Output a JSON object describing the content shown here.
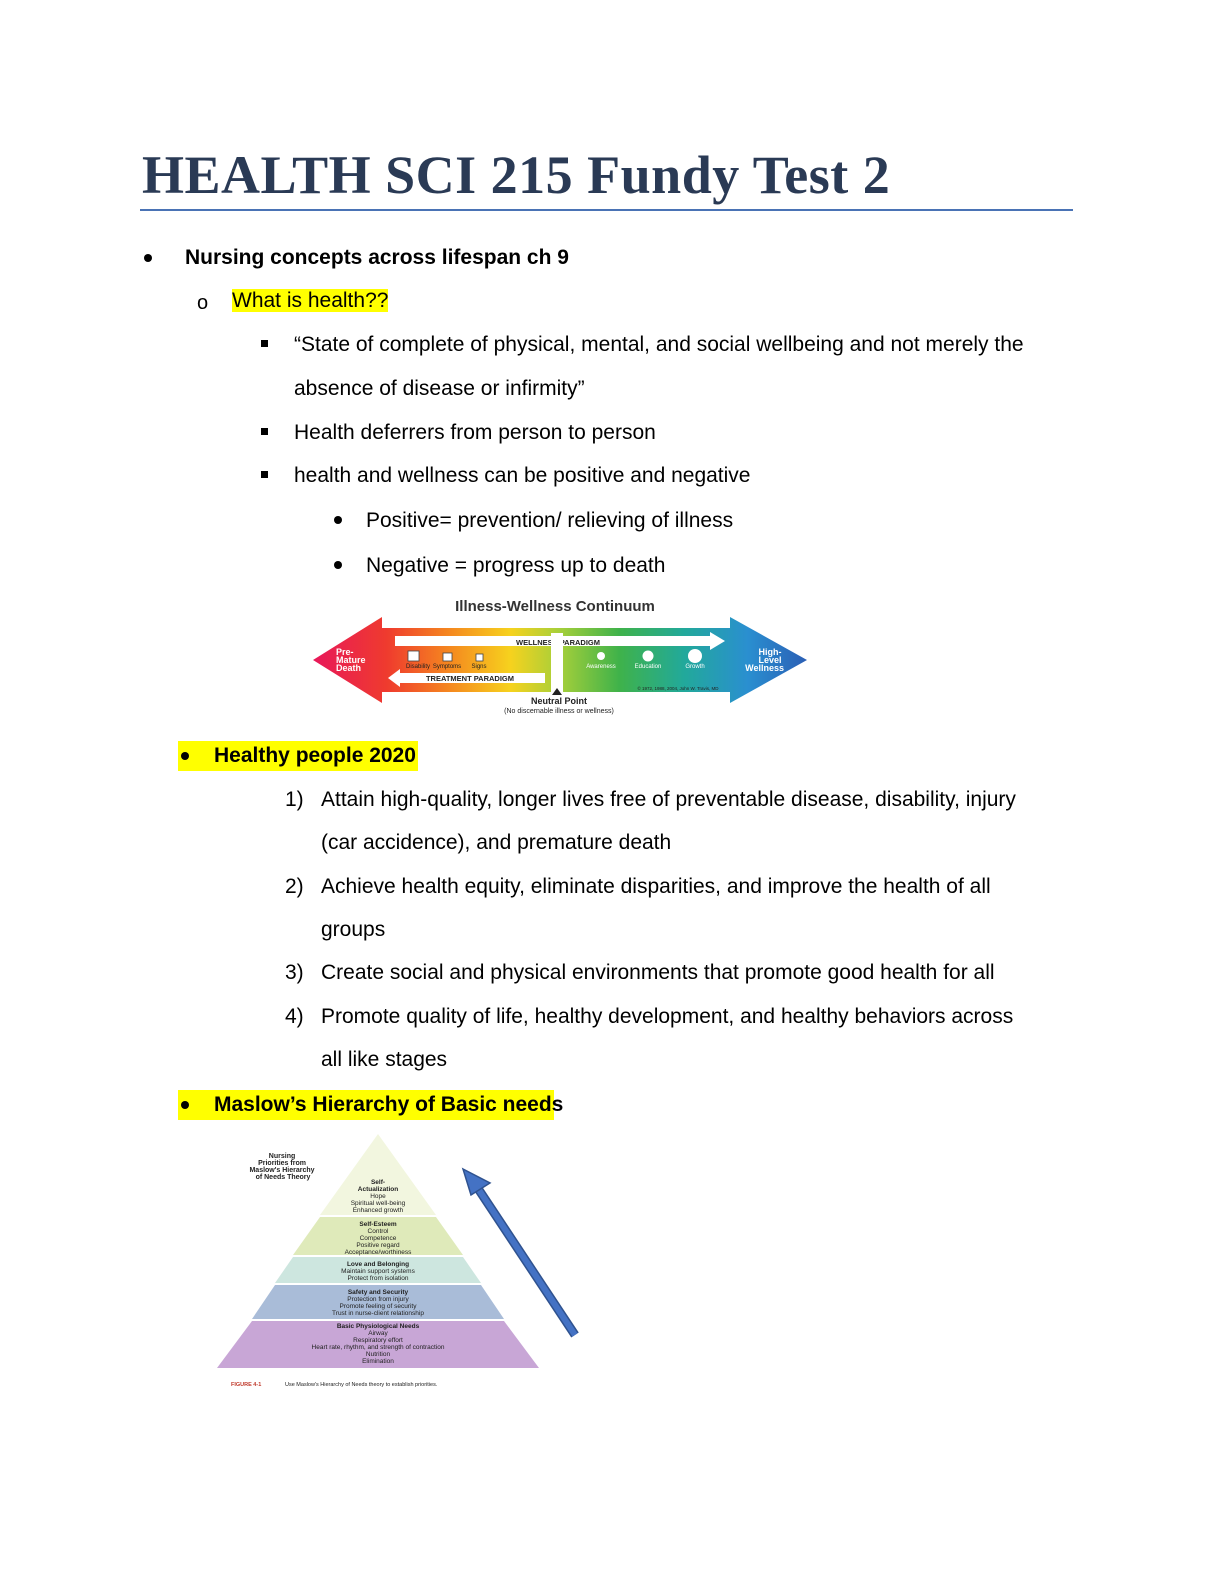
{
  "document": {
    "title": "HEALTH SCI 215 Fundy Test 2"
  },
  "sections": {
    "s1_heading": "Nursing concepts across lifespan ch 9",
    "s1_sub": "What is health??",
    "s1_items": [
      "“State of complete of physical, mental, and social wellbeing and not merely the",
      "absence of disease or infirmity”",
      "Health deferrers from person to person",
      "health and wellness can be positive and negative"
    ],
    "s1_subitems": [
      "Positive= prevention/ relieving of illness",
      "Negative = progress up to death"
    ],
    "s2_heading": "Healthy people 2020",
    "s2_numbers": [
      "1)",
      "2)",
      "3)",
      "4)"
    ],
    "s2_items": [
      "Attain high-quality, longer lives free of preventable disease, disability, injury",
      "(car accidence), and premature death",
      "Achieve health equity, eliminate disparities, and improve the health of all",
      "groups",
      "Create social and physical environments that promote good health for all",
      "Promote quality of life, healthy development, and healthy behaviors across",
      "all like stages"
    ],
    "s3_heading": "Maslow’s Hierarchy of Basic needs"
  },
  "continuum": {
    "title": "Illness-Wellness Continuum",
    "left_label": [
      "Pre-",
      "Mature",
      "Death"
    ],
    "right_label": [
      "High-",
      "Level",
      "Wellness"
    ],
    "wellness_paradigm": "WELLNESS PARADIGM",
    "treatment_paradigm": "TREATMENT PARADIGM",
    "left_markers": [
      "Disability",
      "Symptoms",
      "Signs"
    ],
    "right_markers": [
      "Awareness",
      "Education",
      "Growth"
    ],
    "copyright": "© 1972, 1988, 2004, John W. Travis, MD",
    "neutral_point": "Neutral Point",
    "neutral_note": "(No discernable illness or wellness)"
  },
  "pyramid": {
    "side_label": [
      "Nursing",
      "Priorities from",
      "Maslow's Hierarchy",
      "of Needs Theory"
    ],
    "levels": [
      {
        "name": "Self-",
        "name2": "Actualization",
        "lines": [
          "Hope",
          "Spiritual well-being",
          "Enhanced growth"
        ],
        "color": "#f2f6df"
      },
      {
        "name": "Self-Esteem",
        "lines": [
          "Control",
          "Competence",
          "Positive regard",
          "Acceptance/worthiness"
        ],
        "color": "#dfeaba"
      },
      {
        "name": "Love and Belonging",
        "lines": [
          "Maintain support systems",
          "Protect from isolation"
        ],
        "color": "#cde6df"
      },
      {
        "name": "Safety and Security",
        "lines": [
          "Protection from injury",
          "Promote feeling of security",
          "Trust in nurse-client relationship"
        ],
        "color": "#a9bcd8"
      },
      {
        "name": "Basic Physiological Needs",
        "lines": [
          "Airway",
          "Respiratory effort",
          "Heart rate, rhythm, and strength of contraction",
          "Nutrition",
          "Elimination"
        ],
        "color": "#c8a6d6"
      }
    ],
    "figure_label": "FIGURE 4-1",
    "caption": "Use Maslow's Hierarchy of Needs theory to establish priorities."
  },
  "colors": {
    "title": "#2a3a55",
    "rule": "#4a73b5",
    "highlight": "#ffff00",
    "arrow": "#4472c4"
  }
}
